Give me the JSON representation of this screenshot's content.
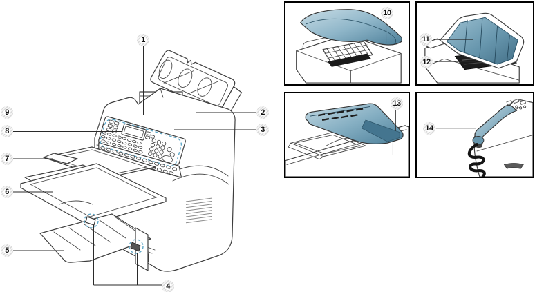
{
  "figure": {
    "type": "printer-parts-diagram",
    "background": "#ffffff",
    "palette": {
      "line": "#3d3d3d",
      "leader": "#2a2a2a",
      "teal_light": "#c9dde6",
      "teal_mid": "#8fb6c9",
      "teal_dark": "#4c7f99",
      "dashed_accent": "#5fa8c8",
      "panel_border": "#000000",
      "callout_bg": "#dedede",
      "callout_text": "#111111"
    },
    "callouts": {
      "c1": "1",
      "c2": "2",
      "c3": "3",
      "c4": "4",
      "c5": "5",
      "c6": "6",
      "c7": "7",
      "c8": "8",
      "c9": "9",
      "c10": "10",
      "c11": "11",
      "c12": "12",
      "c13": "13",
      "c14": "14"
    },
    "views": {
      "main_front_view": {
        "callouts": [
          "1",
          "2",
          "3",
          "4",
          "5",
          "6",
          "7",
          "8",
          "9"
        ]
      },
      "detail_top_left": {
        "callouts": [
          "10"
        ]
      },
      "detail_top_right": {
        "callouts": [
          "11",
          "12"
        ]
      },
      "detail_bottom_left": {
        "callouts": [
          "13"
        ]
      },
      "detail_bottom_right": {
        "callouts": [
          "14"
        ]
      }
    }
  }
}
